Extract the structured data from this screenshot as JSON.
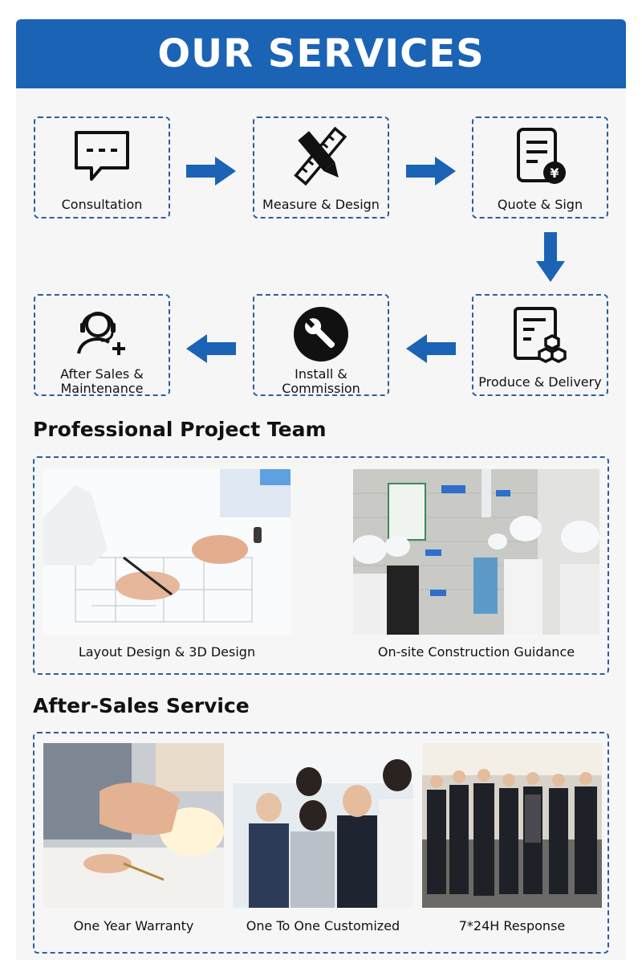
{
  "header": {
    "title": "OUR SERVICES"
  },
  "steps": [
    {
      "label": "Consultation",
      "icon": "chat-bubble-icon"
    },
    {
      "label": "Measure & Design",
      "icon": "pencil-ruler-icon"
    },
    {
      "label": "Quote & Sign",
      "icon": "quote-document-icon"
    },
    {
      "label": "Produce & Delivery",
      "icon": "production-document-icon"
    },
    {
      "label": "Install & Commission",
      "icon": "wrench-icon"
    },
    {
      "label": "After Sales & Maintenance",
      "icon": "support-headset-icon"
    }
  ],
  "team": {
    "title": "Professional Project Team",
    "items": [
      {
        "caption": "Layout Design & 3D Design"
      },
      {
        "caption": "On-site Construction Guidance"
      }
    ]
  },
  "after_sales": {
    "title": "After-Sales Service",
    "items": [
      {
        "caption": "One Year Warranty"
      },
      {
        "caption": "One To One Customized"
      },
      {
        "caption": "7*24H Response"
      }
    ]
  },
  "colors": {
    "accent": "#1b63b5",
    "border": "#2a5e9e",
    "background": "#f6f6f6"
  }
}
